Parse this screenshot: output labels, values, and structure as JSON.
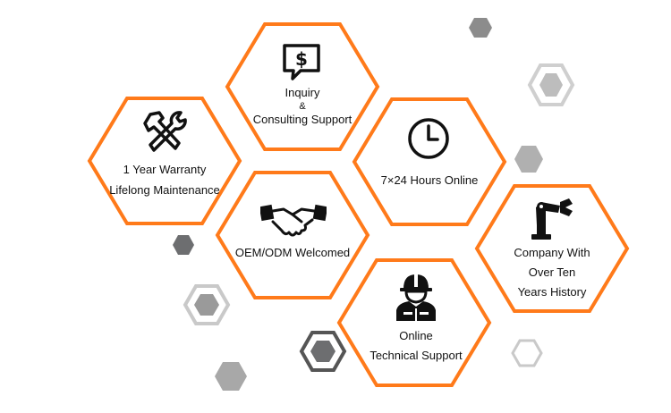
{
  "colors": {
    "accent": "#ff7a1a",
    "icon": "#111111",
    "deco_dark": "#6d6e70",
    "deco_mid": "#9a9a9a",
    "deco_light": "#c7c7c7"
  },
  "features": {
    "inquiry": {
      "icon": "dollar-chat-icon",
      "line1": "Inquiry",
      "line2": "&",
      "line3": "Consulting Support"
    },
    "warranty": {
      "icon": "wrench-screwdriver-icon",
      "line1": "1 Year Warranty",
      "line2": "Lifelong Maintenance"
    },
    "online": {
      "icon": "clock-icon",
      "line1": "7×24 Hours Online"
    },
    "oem": {
      "icon": "handshake-icon",
      "line1": "OEM/ODM Welcomed"
    },
    "company": {
      "icon": "robot-arm-icon",
      "line1": "Company With",
      "line2": "Over Ten",
      "line3": "Years History"
    },
    "support": {
      "icon": "engineer-icon",
      "line1": "Online",
      "line2": "Technical Support"
    }
  }
}
